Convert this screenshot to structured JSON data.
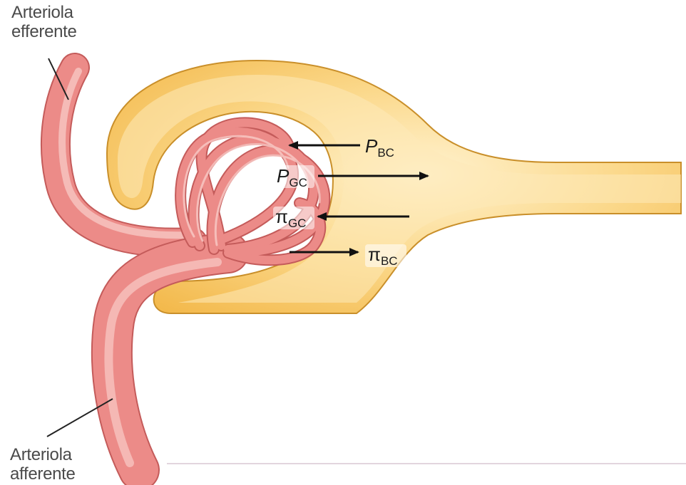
{
  "labels": {
    "efferent_line1": "Arteriola",
    "efferent_line2": "efferente",
    "afferent_line1": "Arteriola",
    "afferent_line2": "afferente"
  },
  "forces": {
    "p_bc": {
      "symbol": "P",
      "sub": "BC"
    },
    "p_gc": {
      "symbol": "P",
      "sub": "GC"
    },
    "pi_gc": {
      "symbol": "π",
      "sub": "GC"
    },
    "pi_bc": {
      "symbol": "π",
      "sub": "BC"
    }
  },
  "colors": {
    "capsule": "#f6c35a",
    "capsule_light": "#fde7b0",
    "capsule_edge": "#c98f2a",
    "vessel": "#ec8b88",
    "vessel_light": "#f8c7c3",
    "vessel_edge": "#c45b5a",
    "arrow": "#111111"
  }
}
